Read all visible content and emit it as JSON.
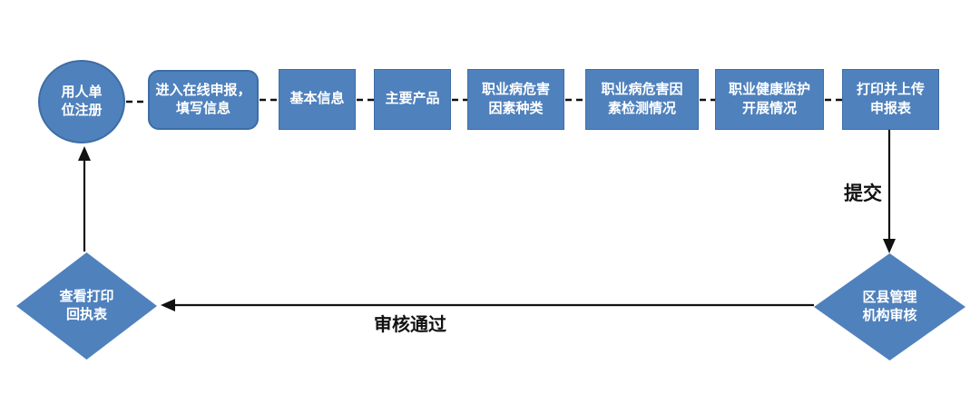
{
  "diagram": {
    "title": "occupational-disease-hazard-online-declaration-flow",
    "colors": {
      "shape_fill": "#4f81bd",
      "shape_border": "#3e6da5",
      "line": "#111111",
      "node_text": "#ffffff",
      "label_text": "#111111",
      "background": "#ffffff"
    },
    "nodes": [
      {
        "id": "employer-registration",
        "shape": "ellipse",
        "label": "用人单\n位注册"
      },
      {
        "id": "enter-online-declaration",
        "shape": "rounded-rect",
        "label": "进入在线申报，\n填写信息"
      },
      {
        "id": "basic-info",
        "shape": "rect",
        "label": "基本信息"
      },
      {
        "id": "main-products",
        "shape": "rect",
        "label": "主要产品"
      },
      {
        "id": "hazard-factor-types",
        "shape": "rect",
        "label": "职业病危害\n因素种类"
      },
      {
        "id": "hazard-factor-detection",
        "shape": "rect",
        "label": "职业病危害因\n素检测情况"
      },
      {
        "id": "health-surveillance",
        "shape": "rect",
        "label": "职业健康监护\n开展情况"
      },
      {
        "id": "print-upload-form",
        "shape": "rect",
        "label": "打印并上传\n申报表"
      },
      {
        "id": "district-review",
        "shape": "diamond",
        "label": "区县管理\n机构审核"
      },
      {
        "id": "view-print-receipt",
        "shape": "diamond",
        "label": "查看打印\n回执表"
      }
    ],
    "edge_labels": {
      "submit": "提交",
      "approved": "审核通过"
    }
  }
}
